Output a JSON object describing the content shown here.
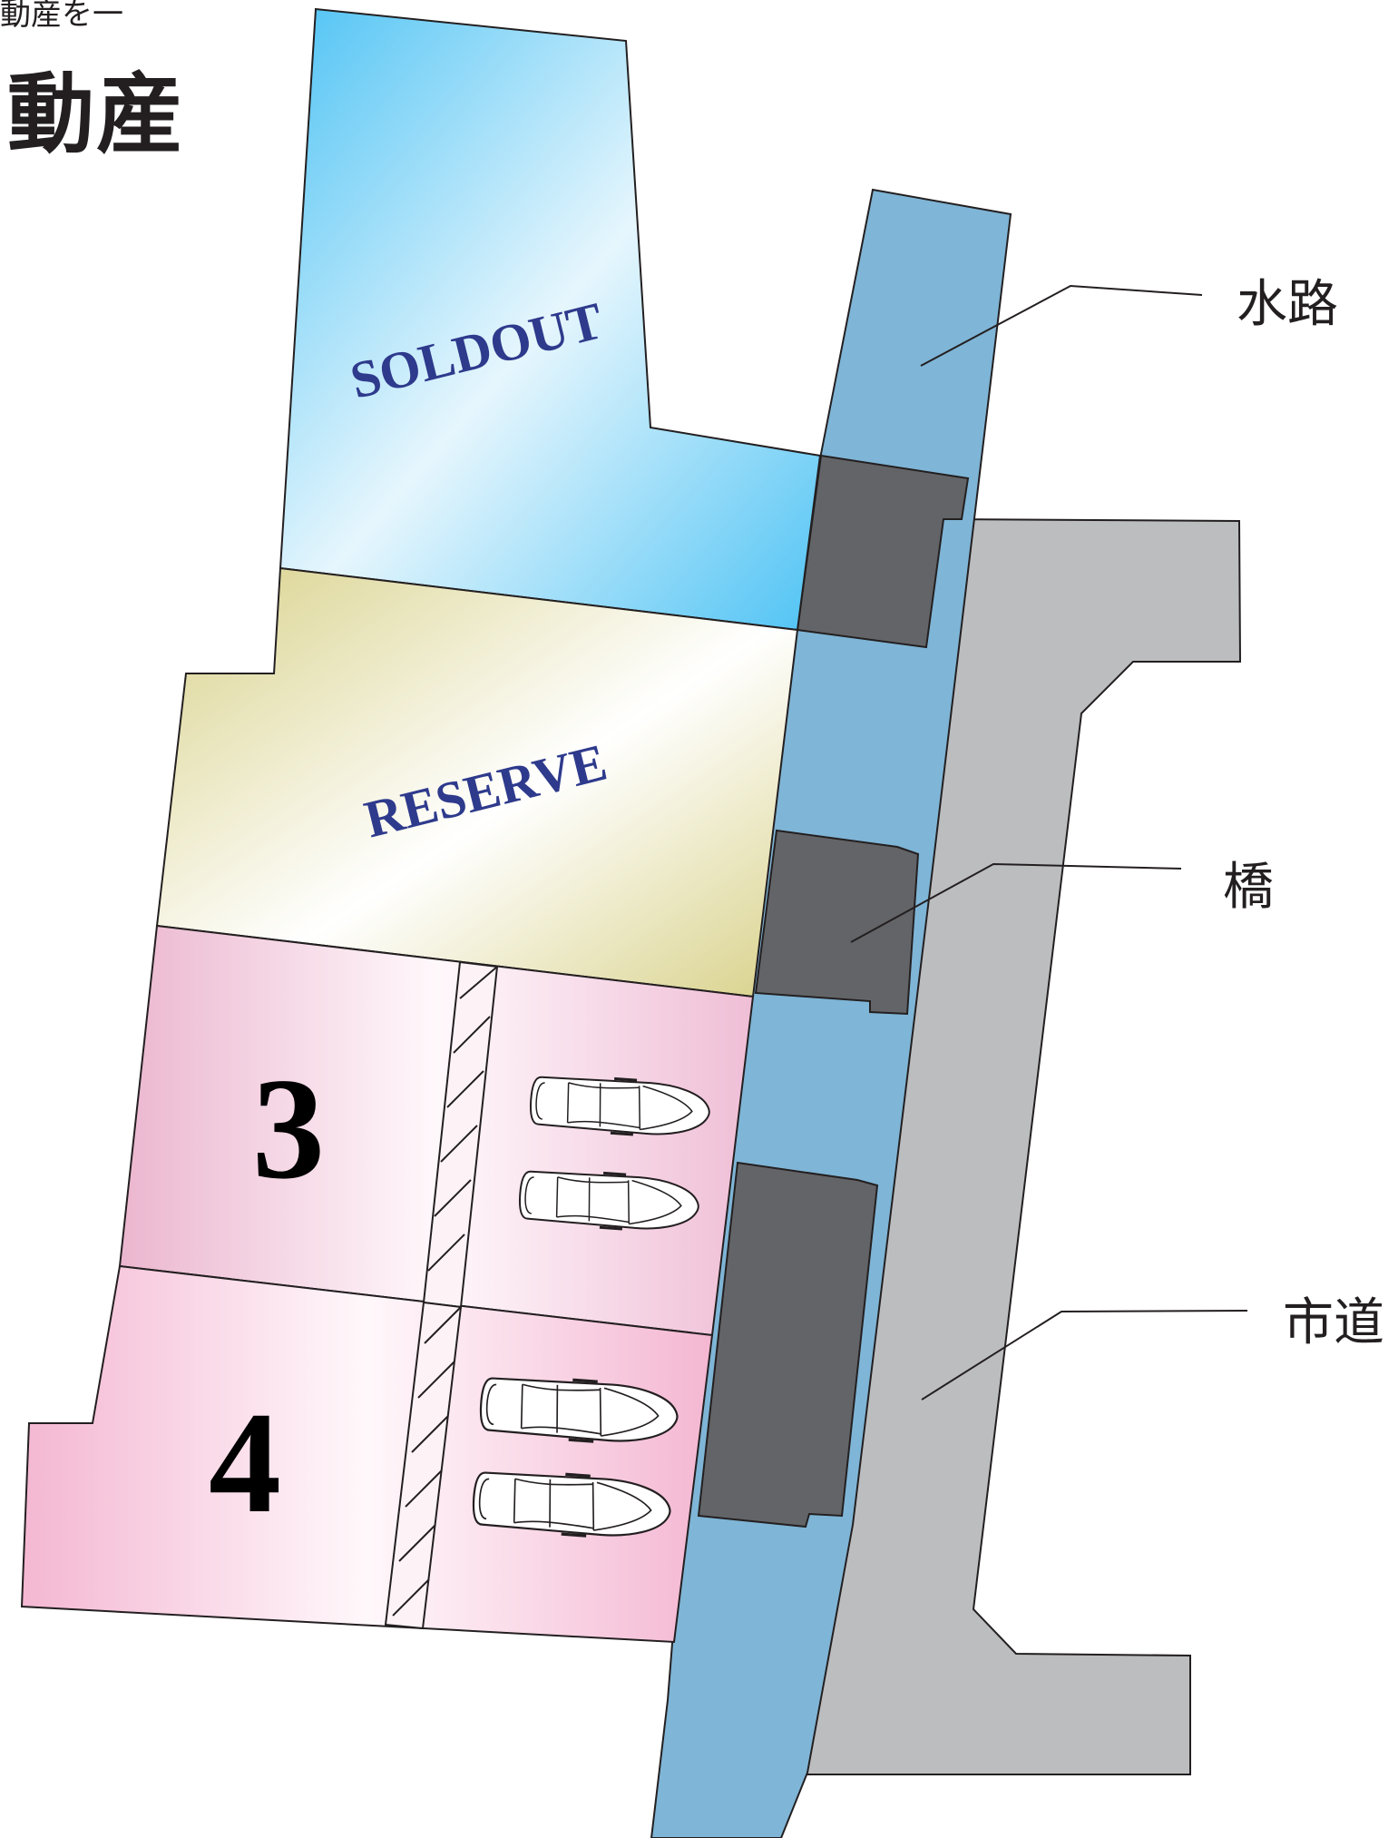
{
  "header": {
    "subtitle": "動産を一",
    "title": "動産"
  },
  "lots": [
    {
      "id": "A",
      "status": "SOLDOUT",
      "number": ""
    },
    {
      "id": "B",
      "status": "RESERVE",
      "number": ""
    },
    {
      "id": "3",
      "status": "",
      "number": "3"
    },
    {
      "id": "4",
      "status": "",
      "number": "4"
    }
  ],
  "legend": {
    "waterway": "水路",
    "bridge": "橋",
    "city_road": "市道"
  },
  "colors": {
    "soldout_fill": "#5bc8f5",
    "reserve_fill": "#d9d48a",
    "lot_pink": "#ecb8cf",
    "waterway": "#7fb5d6",
    "bridge": "#636467",
    "road": "#bcbdbf",
    "status_text": "#2e3a8c"
  },
  "icons": {
    "parking": "car-top-view-icon"
  }
}
